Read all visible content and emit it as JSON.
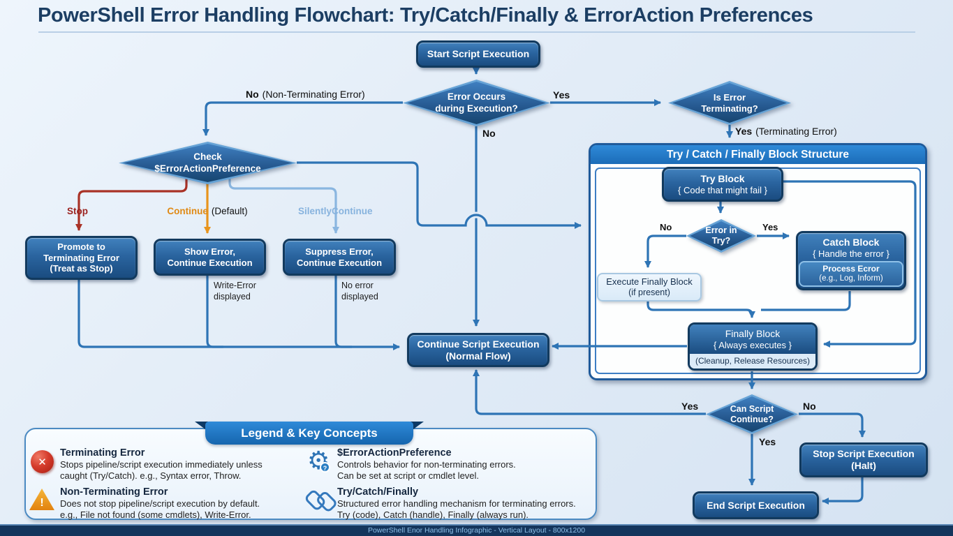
{
  "title": "PowerShell Error Handling Flowchart: Try/Catch/Finally & ErrorAction Preferences",
  "footer": "PowerShell Enor Handling Infographic - Vertical Layout - 800x1200",
  "colors": {
    "line_blue": "#2e74b5",
    "line_red": "#a93226",
    "line_orange": "#e8941c",
    "line_silently": "#8ab6e0",
    "node_fill_dark": "#1a4c80",
    "node_border": "#123a5e",
    "container_header": "#2f8ad8",
    "footer_bar": "#14355c",
    "background": "#e2ecf7"
  },
  "nodes": {
    "start": {
      "label": "Start Script Execution"
    },
    "error_occurs": {
      "line1": "Error Occurs",
      "line2": "during Execution?"
    },
    "is_terminating": {
      "line1": "Is Error",
      "line2": "Terminating?"
    },
    "check_eap": {
      "line1": "Check",
      "line2": "$ErrorActionPreference"
    },
    "promote": {
      "line1": "Promote to",
      "line2": "Terminating Error",
      "line3": "(Treat as Stop)"
    },
    "show_error": {
      "line1": "Show Error,",
      "line2": "Continue Execution"
    },
    "suppress_error": {
      "line1": "Suppress Error,",
      "line2": "Continue Execution"
    },
    "continue_exec": {
      "line1": "Continue Script Execution",
      "line2": "(Normal Flow)"
    },
    "container": {
      "title": "Try / Catch / Finally Block Structure"
    },
    "try_block": {
      "line1": "Try Block",
      "line2": "{ Code that might fail }"
    },
    "error_in_try": {
      "line1": "Error in",
      "line2": "Try?"
    },
    "catch_block": {
      "line1": "Catch Block",
      "line2": "{ Handle the error }"
    },
    "process_error": {
      "line1": "Process Ecror",
      "line2": "(e.g., Log, Inform)"
    },
    "execute_finally": {
      "line1": "Execute Finally Block",
      "line2": "(if present)"
    },
    "finally_block": {
      "line1": "Finally Block",
      "line2": "{ Always executes }",
      "footer": "(Cleanup, Release Resources)"
    },
    "can_continue": {
      "line1": "Can Script",
      "line2": "Continue?"
    },
    "stop_halt": {
      "line1": "Stop Script Execution",
      "line2": "(Halt)"
    },
    "end_exec": {
      "label": "End Script Execution"
    }
  },
  "edge_labels": {
    "yes_top": "Yes",
    "no_top_bold": "No",
    "no_top_rest": "(Non-Terminating Error)",
    "no_down": "No",
    "yes_terminating_bold": "Yes",
    "yes_terminating_rest": "(Terminating Error)",
    "stop": "Stop",
    "continue_bold": "Continue",
    "continue_rest": "(Default)",
    "silently": "SilentlyContinue",
    "no_try": "No",
    "yes_try": "Yes",
    "yes_can_left": "Yes",
    "no_can_right": "No",
    "yes_can_down": "Yes"
  },
  "notes": {
    "write_error_1": "Write-Error",
    "write_error_2": "displayed",
    "no_error_1": "No error",
    "no_error_2": "displayed"
  },
  "legend": {
    "title": "Legend & Key Concepts",
    "items": [
      {
        "icon": "error-circle-icon",
        "glyph": "✕",
        "title": "Terminating Error",
        "line1": "Stops pipeline/script execution immediately unless",
        "line2": "caught (Try/Catch). e.g., Syntax error, Throw."
      },
      {
        "icon": "warning-triangle-icon",
        "glyph": "!",
        "title": "Non-Terminating Error",
        "line1": "Does not stop pipeline/script execution by default.",
        "line2": "e.g., File not found (some cmdlets), Write-Error."
      },
      {
        "icon": "gear-icon",
        "glyph": "⚙",
        "title": "$ErrorActionPreference",
        "line1": "Controls behavior for non-terminating errors.",
        "line2": "Can be set at script or cmdlet level."
      },
      {
        "icon": "chain-link-icon",
        "glyph": "",
        "title": "Try/Catch/Finally",
        "line1": "Structured error handling mechanism for terminating errors.",
        "line2": "Try (code), Catch (handle), Finally (always run)."
      }
    ]
  }
}
